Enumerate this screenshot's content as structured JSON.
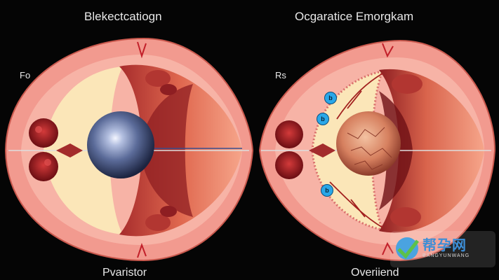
{
  "labels": {
    "left_title": "Blekectcatiogn",
    "right_title": "Ocgaratice Emorgkam",
    "left_side": "Fo",
    "right_side": "Rs",
    "left_caption": "Pvaristor",
    "right_caption": "Overiiend",
    "badge_1": "b",
    "badge_2": "b",
    "badge_3": "b"
  },
  "watermark": {
    "name": "帮孕网",
    "url": "BANGYUNWANG"
  },
  "colors": {
    "background": "#050505",
    "outer_tissue": "#f29a8f",
    "inner_tissue": "#e06a55",
    "cream": "#fbe6b8",
    "dark_red": "#8e1e22",
    "sphere": "#6e7da8",
    "textured_ball": "#d87a5e",
    "badge": "#2aa7e8"
  }
}
